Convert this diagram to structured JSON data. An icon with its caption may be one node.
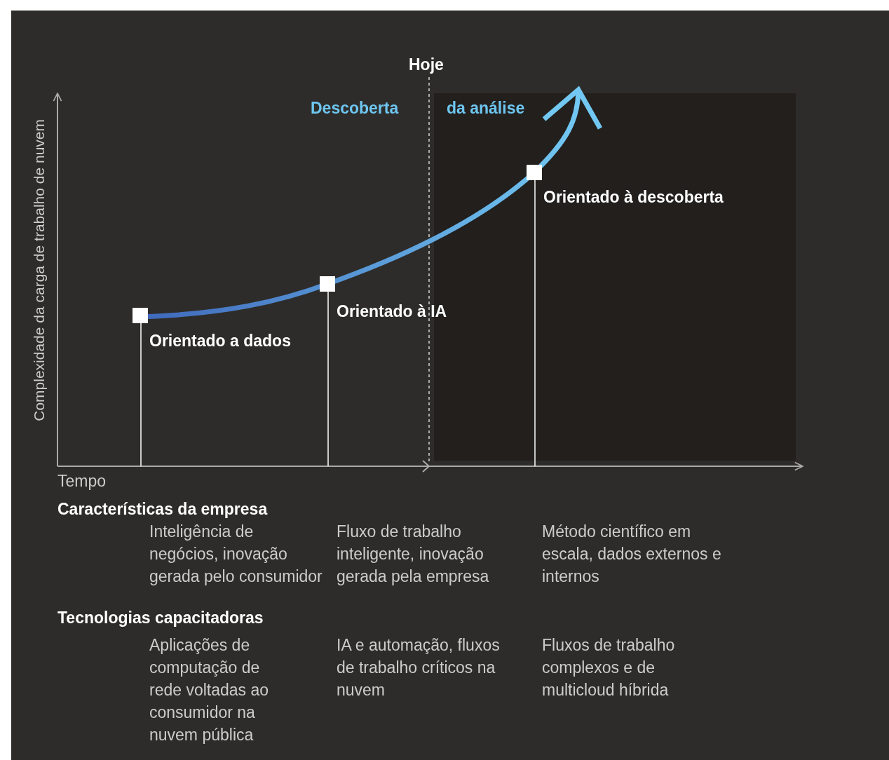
{
  "diagram": {
    "labels": [
      "Hoje",
      "Descoberta",
      "da análise",
      "Orientado à descoberta",
      "Orientado à IA",
      "Orientado a dados",
      "Complexidade da carga de trabalho de nuvem",
      "Tempo",
      "Características da empresa",
      "Inteligência de negócios, inovação gerada pelo consumidor",
      "Fluxo de trabalho inteligente, inovação gerada pela empresa",
      "Método científico em escala, dados externos e internos",
      "Tecnologias capacitadoras",
      "Aplicações de computação de rede voltadas ao consumidor na nuvem pública",
      "IA e automação, fluxos de trabalho críticos na nuvem",
      "Fluxos de trabalho complexos e de multicloud híbrida"
    ]
  }
}
